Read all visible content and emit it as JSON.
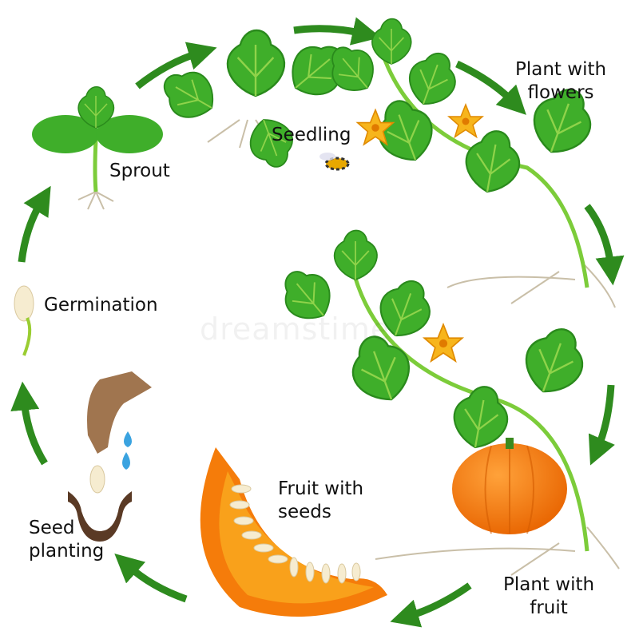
{
  "labels": {
    "sprout": "Sprout",
    "seedling": "Seedling",
    "plant_with_flowers": "Plant with\nflowers",
    "germination": "Germination",
    "plant_with_fruit": "Plant with\nfruit",
    "fruit_with_seeds": "Fruit with\nseeds",
    "seed_planting": "Seed\nplanting"
  },
  "watermark": "dreamstime",
  "colors": {
    "arrow": "#2e8b1e",
    "leaf": "#3fae2a",
    "leaf_light": "#7ccc3a",
    "flower": "#f7b51c",
    "pumpkin": "#f57c0a",
    "slice_flesh": "#f9a11b",
    "seed": "#f6ecd0",
    "root": "#c9bfa8",
    "soil": "#5a3a25",
    "hand": "#a0754f",
    "water": "#3aa3e0"
  }
}
